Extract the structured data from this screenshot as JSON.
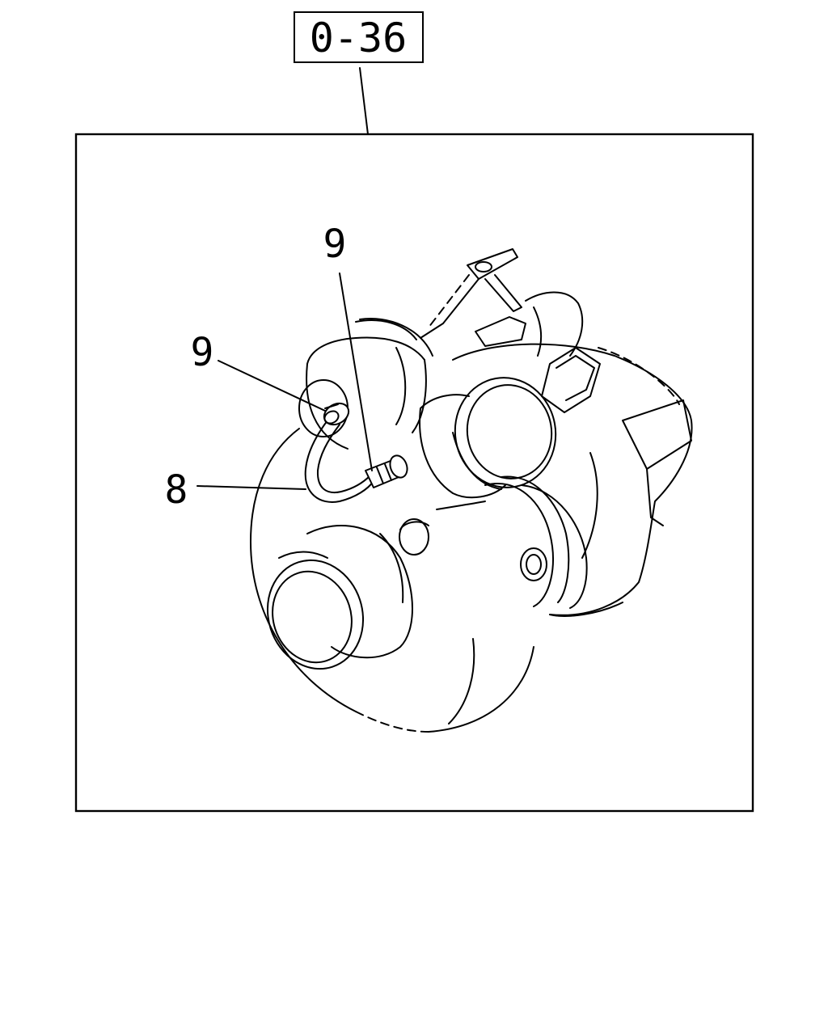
{
  "reference_box": {
    "label": "0-36"
  },
  "callouts": [
    {
      "id": "top-9",
      "number": "9"
    },
    {
      "id": "left-9",
      "number": "9"
    },
    {
      "id": "left-8",
      "number": "8"
    }
  ]
}
